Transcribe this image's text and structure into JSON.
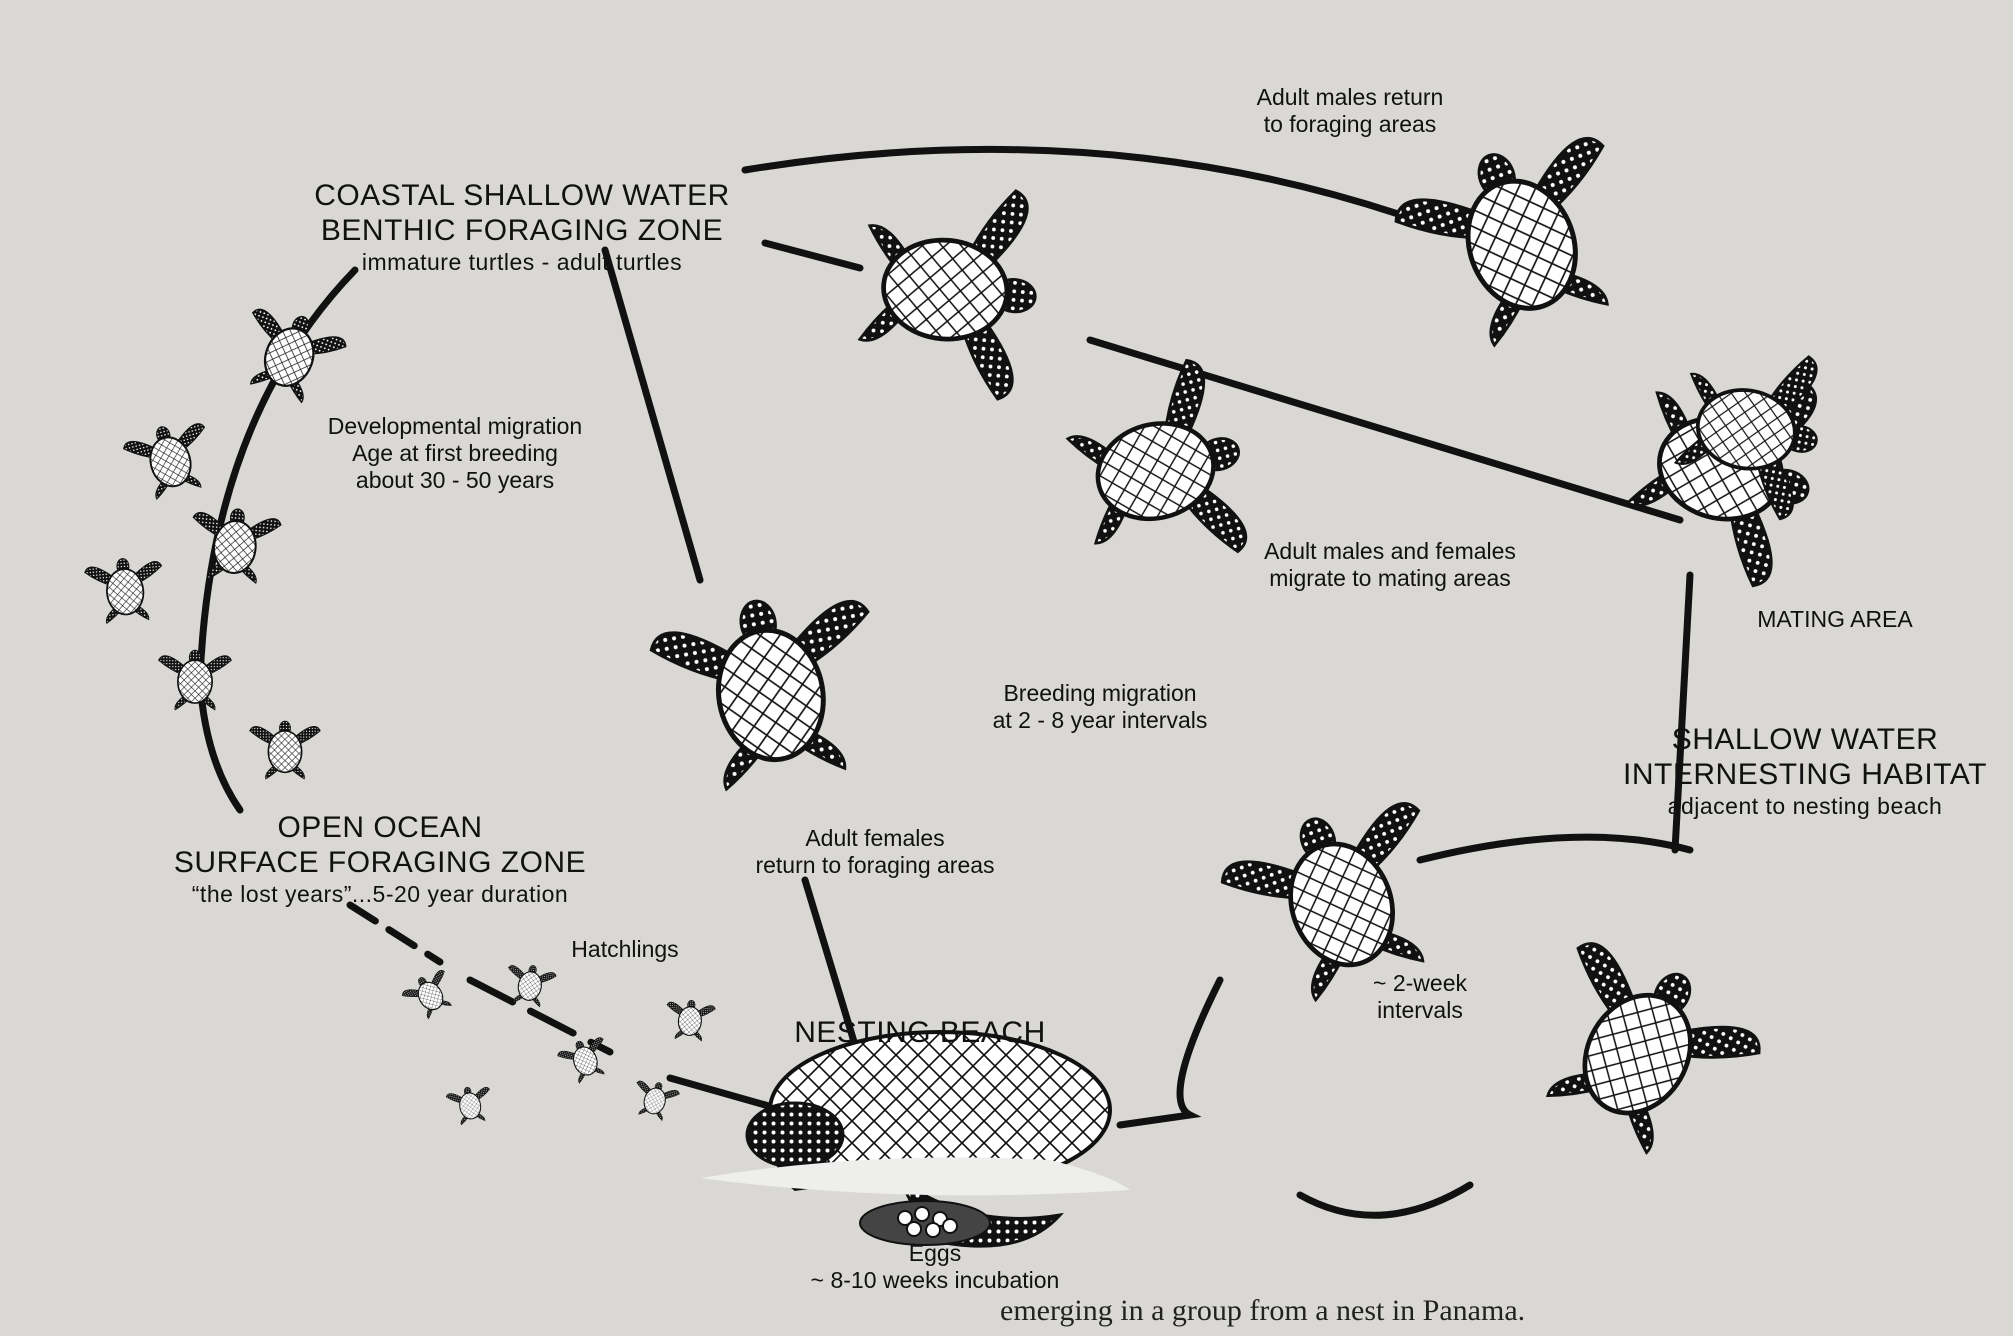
{
  "zones": {
    "coastal": {
      "title_line1": "COASTAL SHALLOW WATER",
      "title_line2": "BENTHIC FORAGING ZONE",
      "subtitle": "immature turtles - adult turtles"
    },
    "open_ocean": {
      "title_line1": "OPEN OCEAN",
      "title_line2": "SURFACE FORAGING ZONE",
      "subtitle": "“the lost years”...5-20 year duration"
    },
    "nesting": {
      "title": "NESTING BEACH"
    },
    "mating": {
      "title": "MATING AREA"
    },
    "internesting": {
      "title_line1": "SHALLOW WATER",
      "title_line2": "INTERNESTING HABITAT",
      "subtitle": "adjacent to nesting beach"
    }
  },
  "labels": {
    "adult_males_return": {
      "line1": "Adult males return",
      "line2": "to foraging areas"
    },
    "developmental": {
      "line1": "Developmental migration",
      "line2": "Age at first breeding",
      "line3": "about 30 - 50 years"
    },
    "adult_males_females": {
      "line1": "Adult males and females",
      "line2": "migrate to mating areas"
    },
    "breeding": {
      "line1": "Breeding migration",
      "line2": "at 2 - 8 year intervals"
    },
    "adult_females_return": {
      "line1": "Adult females",
      "line2": "return to foraging areas"
    },
    "hatchlings": "Hatchlings",
    "two_week": {
      "line1": "~ 2-week",
      "line2": "intervals"
    },
    "eggs": {
      "line1": "Eggs",
      "line2": "~ 8-10 weeks incubation"
    }
  },
  "caption_fragment": "emerging in a group from a nest in Panama.",
  "colors": {
    "ink": "#111111",
    "paper": "#d9d8d5",
    "spots": "#111111"
  }
}
